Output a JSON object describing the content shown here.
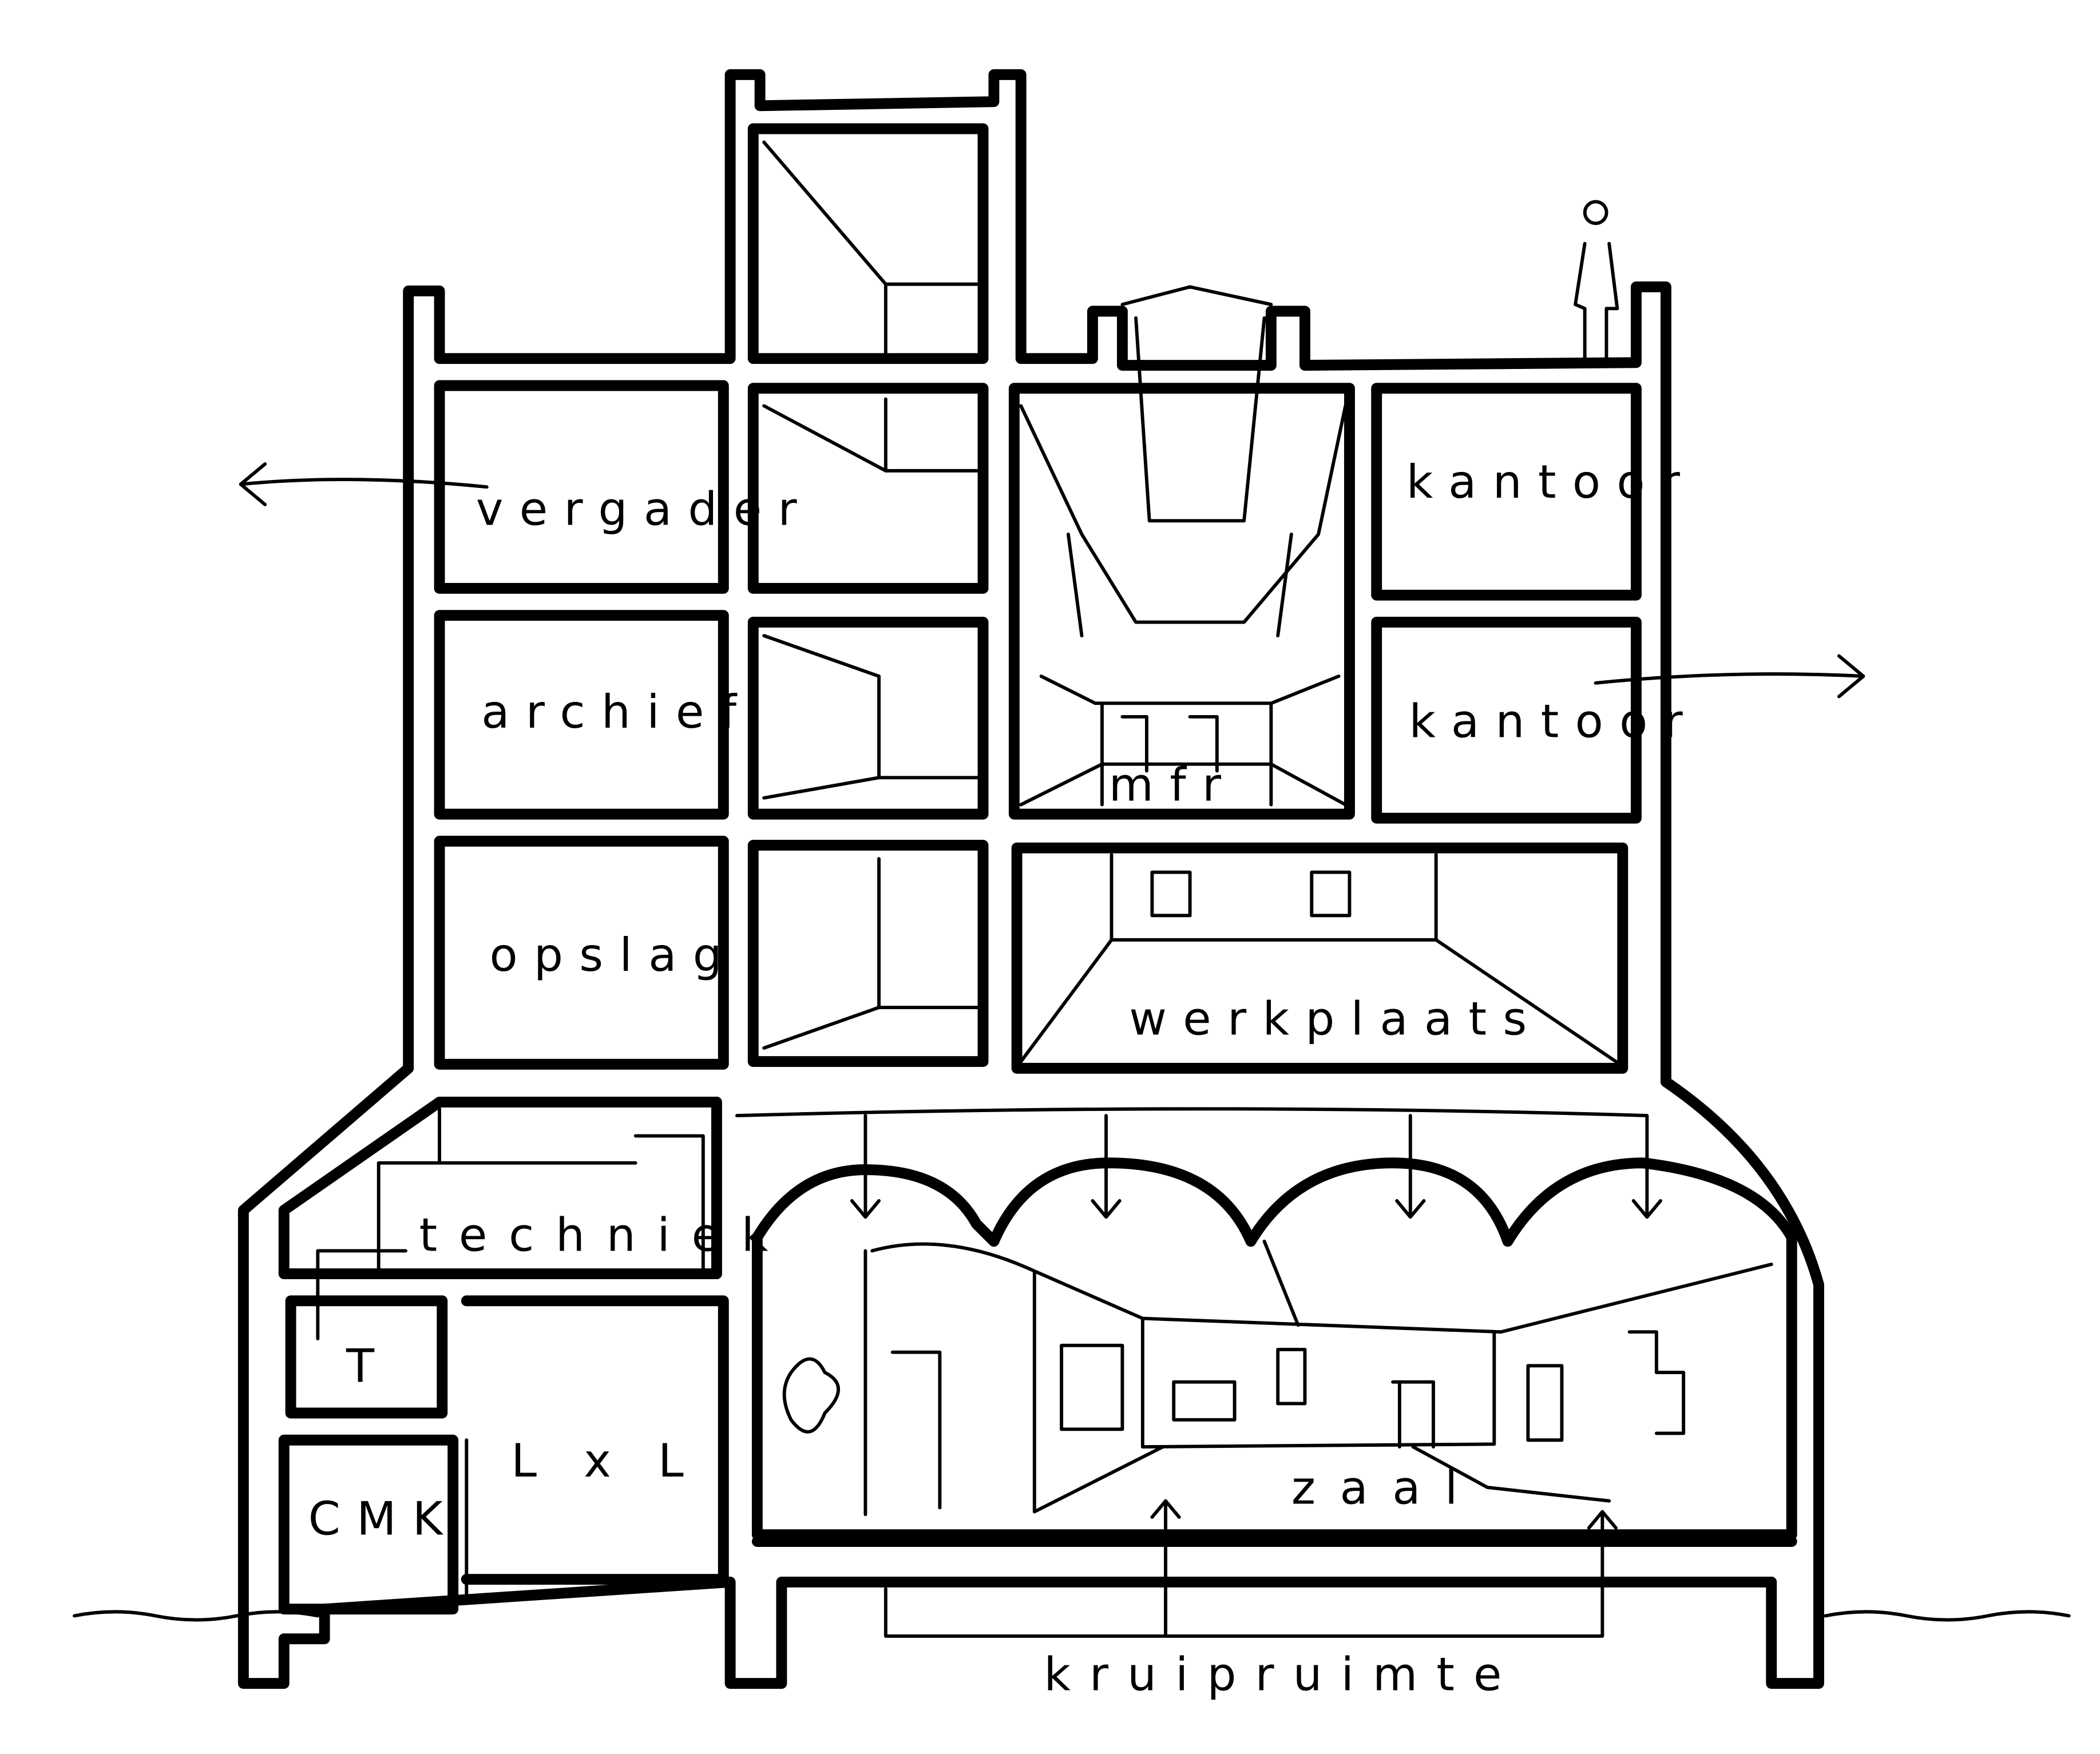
{
  "labels": {
    "vergader": "vergader",
    "kantoor_top": "kantoor",
    "archief": "archief",
    "kantoor_mid": "kantoor",
    "mfr": "mfr",
    "opslag": "opslag",
    "werkplaats": "werkplaats",
    "techniek": "techniek",
    "t_room": "T",
    "cmk": "CMK",
    "lxl": "L x L",
    "zaal": "zaal",
    "kruipruimte": "kruipruimte"
  },
  "colors": {
    "ink": "#000000",
    "paper": "#ffffff"
  }
}
